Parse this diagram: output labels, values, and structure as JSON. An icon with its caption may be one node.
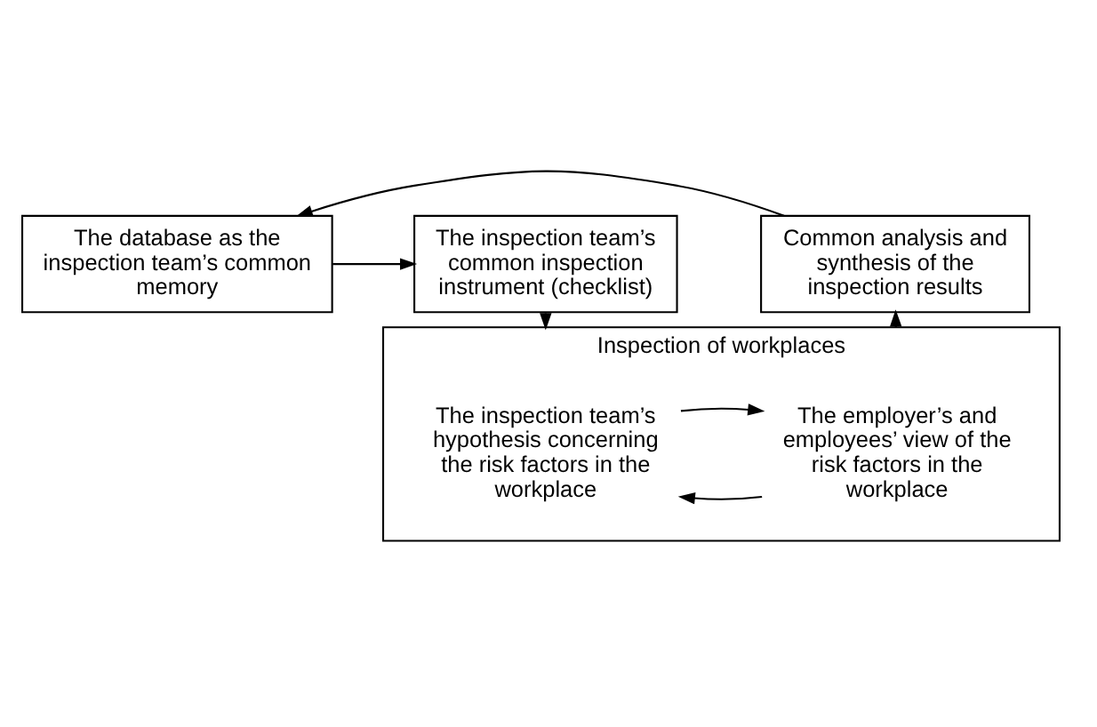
{
  "diagram": {
    "nodes": [
      {
        "text": [
          "The database as the inspection team’s common memory"
        ]
      },
      {
        "text": [
          "The inspection team’s common inspection instrument (checklist)"
        ]
      },
      {
        "text": [
          "Common analysis and synthesis of the inspection results"
        ]
      },
      {
        "text": [
          "Inspection of workplaces"
        ]
      },
      {
        "text": [
          "The inspection team’s hypothesis concerning the risk factors in the workplace"
        ],
        "in": 3
      },
      {
        "text": [
          "The employer’s and employees’ view of the risk factors in the workplace"
        ],
        "in": 3
      }
    ],
    "edges": [
      {
        "from": 0,
        "to": 1,
        "arrow": "to"
      },
      {
        "from": 1,
        "to": 3,
        "arrow": "to"
      },
      {
        "from": 3,
        "to": 2,
        "arrow": "to"
      },
      {
        "from": 2,
        "to": 0,
        "arrow": "to"
      },
      {
        "from": 5,
        "to": 4,
        "arrow": "to"
      },
      {
        "from": 4,
        "to": 5,
        "arrow": "to"
      }
    ]
  }
}
